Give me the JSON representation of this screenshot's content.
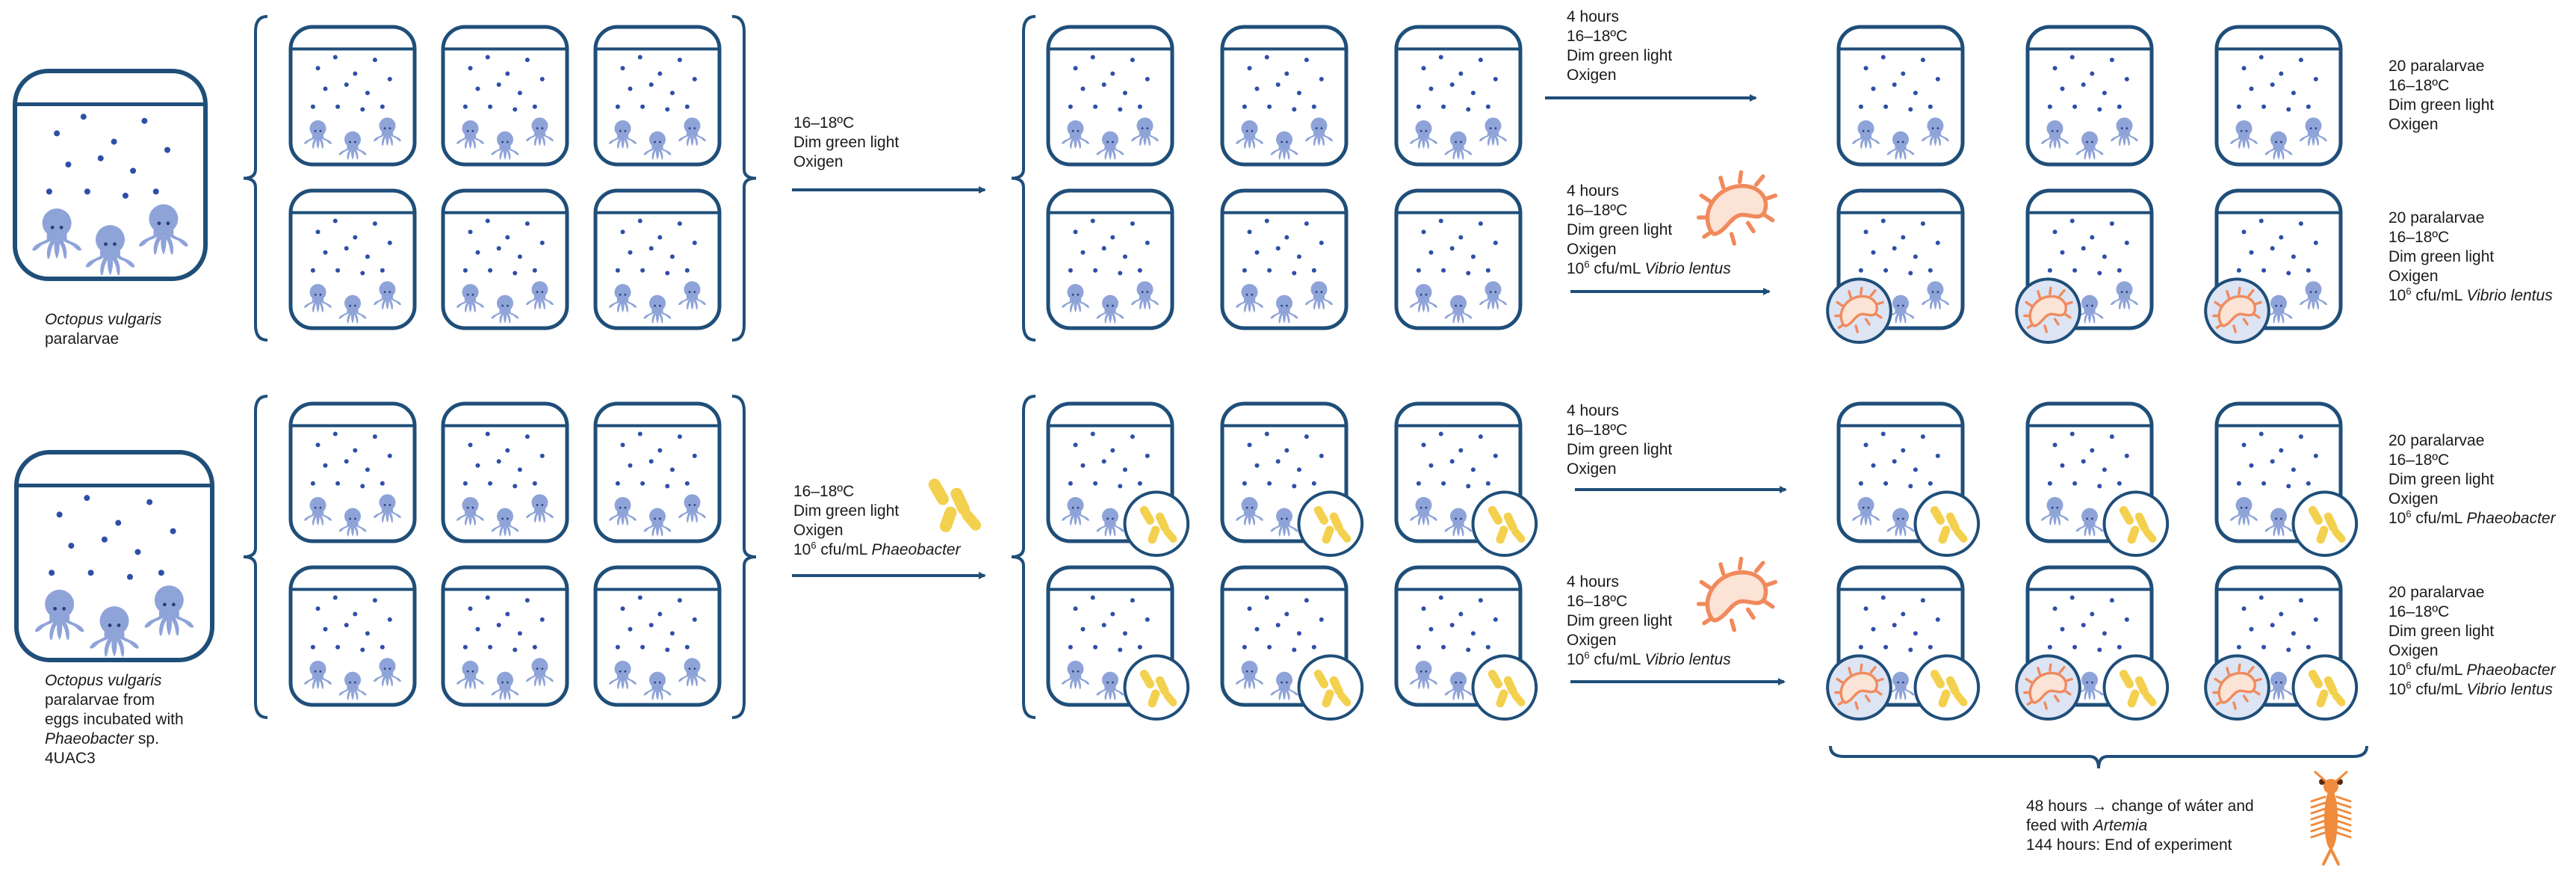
{
  "colors": {
    "outline": "#1f4e79",
    "octopus": "#8ea3d8",
    "dot": "#2e4fa8",
    "phaeobacter": "#f3d04e",
    "vibrio": "#f08a5d",
    "bracket": "#1f4e79",
    "text": "#1a1a1a"
  },
  "source_labels": {
    "wild": {
      "name": "Octopus vulgaris",
      "line2": "paralarvae"
    },
    "treated": {
      "name": "Octopus vulgaris",
      "line2": "paralarvae from",
      "line3": "eggs incubated with",
      "bacterium": "Phaeobacter",
      "sp": " sp.",
      "strain": "4UAC3"
    }
  },
  "setup_conditions": {
    "top": {
      "line1": "16–18ºC",
      "line2": "Dim green light",
      "line3": "Oxigen"
    },
    "bottom": {
      "line1": "16–18ºC",
      "line2": "Dim green light",
      "line3": "Oxigen",
      "dose_prefix": "10",
      "dose_exp": "6",
      "dose_mid": " cfu/mL ",
      "dose_species": "Phaeobacter"
    }
  },
  "challenge_conditions": {
    "row1": {
      "line1": "4 hours",
      "line2": "16–18ºC",
      "line3": "Dim green light",
      "line4": "Oxigen"
    },
    "row2": {
      "line1": "4 hours",
      "line2": "16–18ºC",
      "line3": "Dim green light",
      "line4": "Oxigen",
      "dose_prefix": "10",
      "dose_exp": "6",
      "dose_mid": " cfu/mL ",
      "dose_species": "Vibrio lentus"
    },
    "row3": {
      "line1": "4 hours",
      "line2": "16–18ºC",
      "line3": "Dim green light",
      "line4": "Oxigen"
    },
    "row4": {
      "line1": "4 hours",
      "line2": "16–18ºC",
      "line3": "Dim green light",
      "line4": "Oxigen",
      "dose_prefix": "10",
      "dose_exp": "6",
      "dose_mid": " cfu/mL ",
      "dose_species": "Vibrio lentus"
    }
  },
  "result_conditions": {
    "row1": {
      "line1": "20 paralarvae",
      "line2": "16–18ºC",
      "line3": "Dim green light",
      "line4": "Oxigen"
    },
    "row2": {
      "line1": "20 paralarvae",
      "line2": "16–18ºC",
      "line3": "Dim green light",
      "line4": "Oxigen",
      "dose_prefix": "10",
      "dose_exp": "6",
      "dose_mid": " cfu/mL ",
      "dose_species": "Vibrio lentus"
    },
    "row3": {
      "line1": "20 paralarvae",
      "line2": "16–18ºC",
      "line3": "Dim green light",
      "line4": "Oxigen",
      "dose_prefix": "10",
      "dose_exp": "6",
      "dose_mid": " cfu/mL ",
      "dose_species": "Phaeobacter"
    },
    "row4": {
      "line1": "20 paralarvae",
      "line2": "16–18ºC",
      "line3": "Dim green light",
      "line4": "Oxigen",
      "dose_prefix": "10",
      "dose_exp": "6",
      "dose_mid": " cfu/mL ",
      "dose_species": "Phaeobacter",
      "dose2_prefix": "10",
      "dose2_exp": "6",
      "dose2_mid": " cfu/mL ",
      "dose2_species": "Vibrio lentus"
    }
  },
  "timeline": {
    "line1": "48 hours → change of wáter and",
    "line2_prefix": "feed with ",
    "line2_species": "Artemia",
    "line3": "144 hours: End of experiment"
  }
}
